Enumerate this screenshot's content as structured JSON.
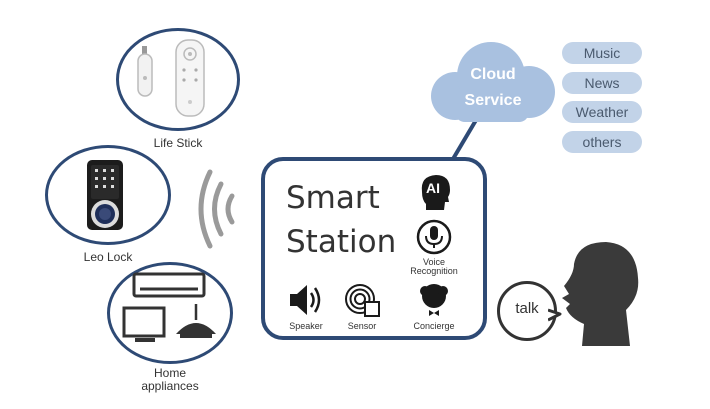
{
  "devices": {
    "life_stick": "Life Stick",
    "leo_lock": "Leo Lock",
    "home_appliances_line1": "Home",
    "home_appliances_line2": "appliances"
  },
  "station": {
    "title_line1": "Smart",
    "title_line2": "Station",
    "ai_badge": "AI",
    "voice_line1": "Voice",
    "voice_line2": "Recognition",
    "speaker": "Speaker",
    "sensor": "Sensor",
    "concierge": "Concierge"
  },
  "cloud": {
    "line1": "Cloud",
    "line2": "Service"
  },
  "services": [
    "Music",
    "News",
    "Weather",
    "others"
  ],
  "person": {
    "speech": "talk"
  },
  "colors": {
    "navy": "#2e4a75",
    "cloud": "#a9c1e0",
    "pill": "#c2d3e8",
    "dark": "#333333"
  }
}
